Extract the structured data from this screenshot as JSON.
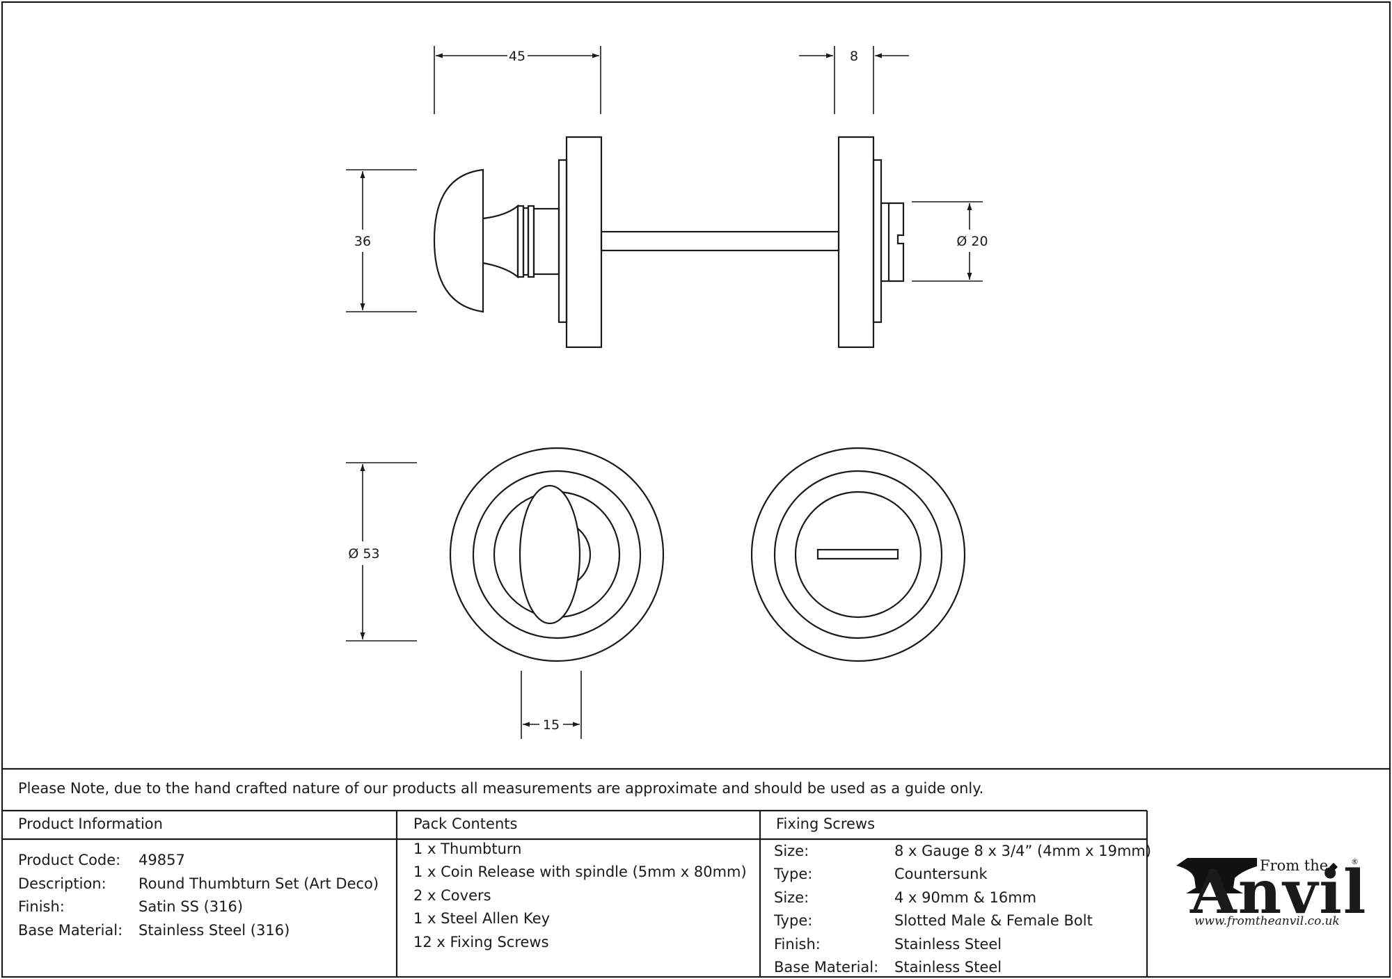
{
  "dimensions": {
    "knob_length": "45",
    "rose_depth": "8",
    "knob_height": "36",
    "bolt_diameter": "Ø 20",
    "rose_diameter": "Ø 53",
    "knob_width": "15"
  },
  "note": "Please Note, due to the hand crafted nature of our products all measurements are approximate and should be used as a guide only.",
  "product_information": {
    "heading": "Product Information",
    "rows": [
      {
        "label": "Product Code:",
        "value": "49857"
      },
      {
        "label": "Description:",
        "value": "Round Thumbturn Set (Art Deco)"
      },
      {
        "label": "Finish:",
        "value": "Satin SS (316)"
      },
      {
        "label": "Base Material:",
        "value": "Stainless Steel (316)"
      }
    ]
  },
  "pack_contents": {
    "heading": "Pack Contents",
    "items": [
      "1 x Thumbturn",
      "1 x Coin Release with spindle (5mm x 80mm)",
      "2 x Covers",
      "1 x Steel Allen Key",
      "12 x Fixing Screws"
    ]
  },
  "fixing_screws": {
    "heading": "Fixing Screws",
    "rows": [
      {
        "label": "Size:",
        "value": "8 x Gauge 8 x 3/4” (4mm x 19mm)"
      },
      {
        "label": "Type:",
        "value": "Countersunk"
      },
      {
        "label": "Size:",
        "value": "4 x 90mm & 16mm"
      },
      {
        "label": "Type:",
        "value": "Slotted Male & Female Bolt"
      },
      {
        "label": "Finish:",
        "value": "Stainless Steel"
      },
      {
        "label": "Base Material:",
        "value": "Stainless Steel"
      }
    ]
  },
  "logo": {
    "from_the": "From the",
    "word": "Anvil",
    "url": "www.fromtheanvil.co.uk",
    "registered": "®"
  }
}
